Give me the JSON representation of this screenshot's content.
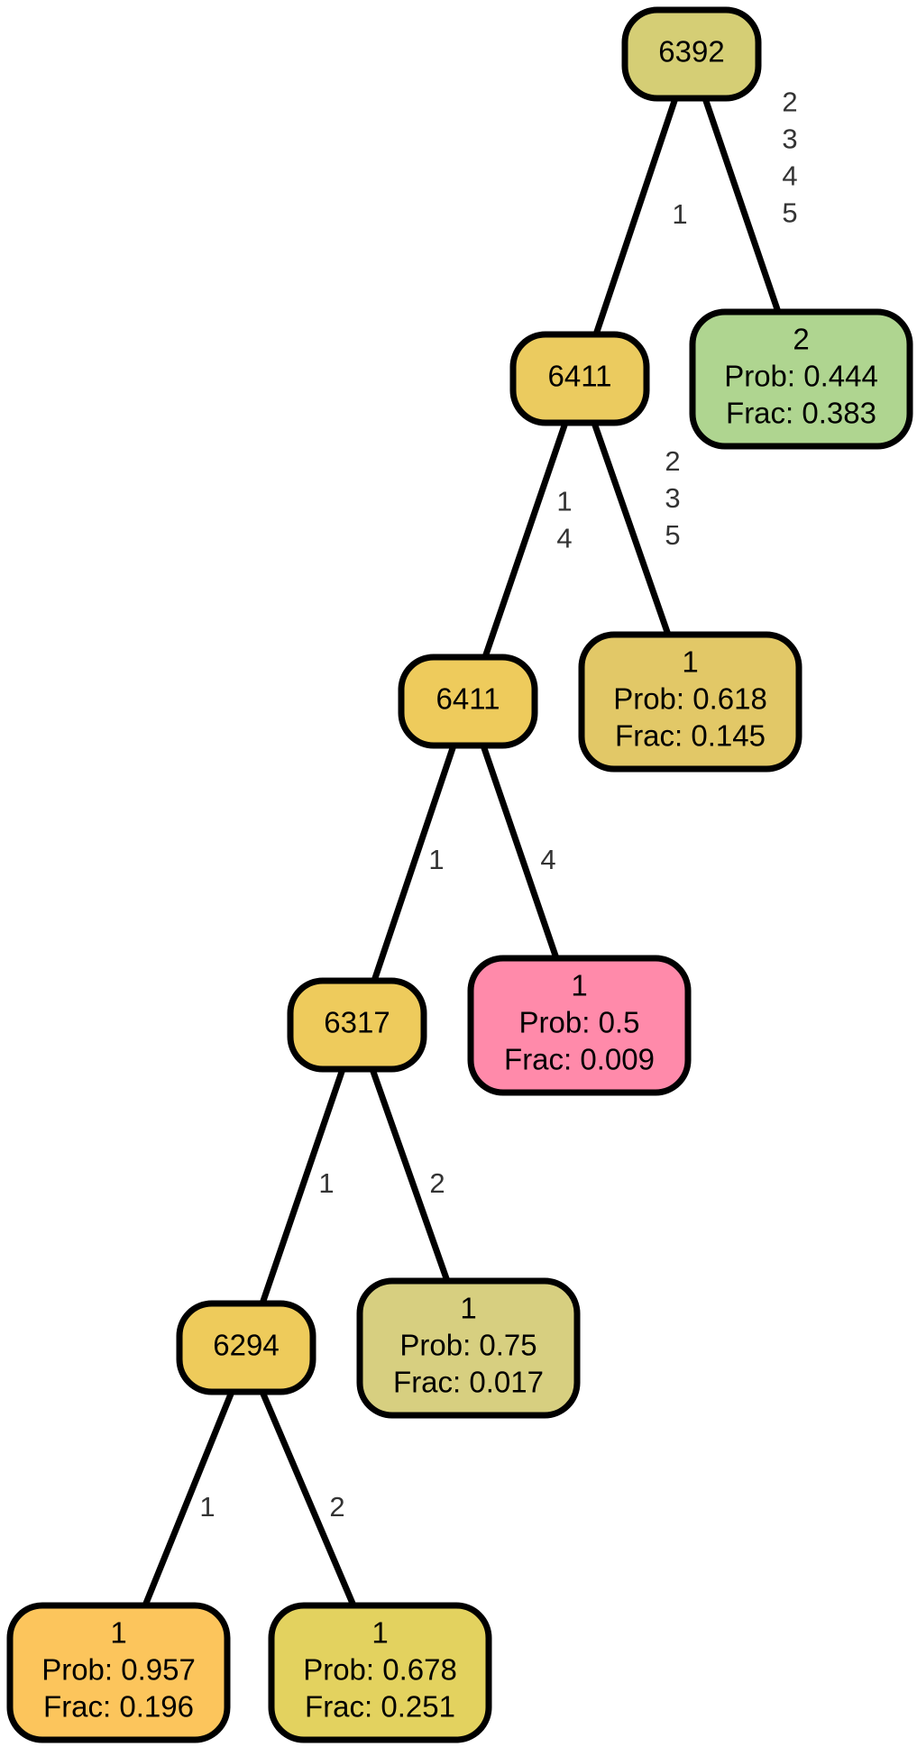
{
  "tree": {
    "nodes": [
      {
        "id": "n1",
        "kind": "split",
        "label": "6392",
        "color": "#D5CE75"
      },
      {
        "id": "n2",
        "kind": "split",
        "label": "6411",
        "color": "#EBCB5F"
      },
      {
        "id": "n3",
        "kind": "leaf",
        "label": "2",
        "prob": "Prob: 0.444",
        "frac": "Frac: 0.383",
        "color": "#AFD590"
      },
      {
        "id": "n4",
        "kind": "split",
        "label": "6411",
        "color": "#EECB5C"
      },
      {
        "id": "n5",
        "kind": "leaf",
        "label": "1",
        "prob": "Prob: 0.618",
        "frac": "Frac: 0.145",
        "color": "#E2C867"
      },
      {
        "id": "n6",
        "kind": "split",
        "label": "6317",
        "color": "#EECB5C"
      },
      {
        "id": "n7",
        "kind": "leaf",
        "label": "1",
        "prob": "Prob: 0.5",
        "frac": "Frac: 0.009",
        "color": "#FF8AAA"
      },
      {
        "id": "n8",
        "kind": "split",
        "label": "6294",
        "color": "#EECB5B"
      },
      {
        "id": "n9",
        "kind": "leaf",
        "label": "1",
        "prob": "Prob: 0.75",
        "frac": "Frac: 0.017",
        "color": "#D7CF80"
      },
      {
        "id": "n10",
        "kind": "leaf",
        "label": "1",
        "prob": "Prob: 0.957",
        "frac": "Frac: 0.196",
        "color": "#FCC55C"
      },
      {
        "id": "n11",
        "kind": "leaf",
        "label": "1",
        "prob": "Prob: 0.678",
        "frac": "Frac: 0.251",
        "color": "#E3D25F"
      }
    ],
    "edges": [
      {
        "from": "n1",
        "to": "n2",
        "label": [
          "1"
        ]
      },
      {
        "from": "n1",
        "to": "n3",
        "label": [
          "2",
          "3",
          "4",
          "5"
        ]
      },
      {
        "from": "n2",
        "to": "n4",
        "label": [
          "1",
          "4"
        ]
      },
      {
        "from": "n2",
        "to": "n5",
        "label": [
          "2",
          "3",
          "5"
        ]
      },
      {
        "from": "n4",
        "to": "n6",
        "label": [
          "1"
        ]
      },
      {
        "from": "n4",
        "to": "n7",
        "label": [
          "4"
        ]
      },
      {
        "from": "n6",
        "to": "n8",
        "label": [
          "1"
        ]
      },
      {
        "from": "n6",
        "to": "n9",
        "label": [
          "2"
        ]
      },
      {
        "from": "n8",
        "to": "n10",
        "label": [
          "1"
        ]
      },
      {
        "from": "n8",
        "to": "n11",
        "label": [
          "2"
        ]
      }
    ]
  }
}
